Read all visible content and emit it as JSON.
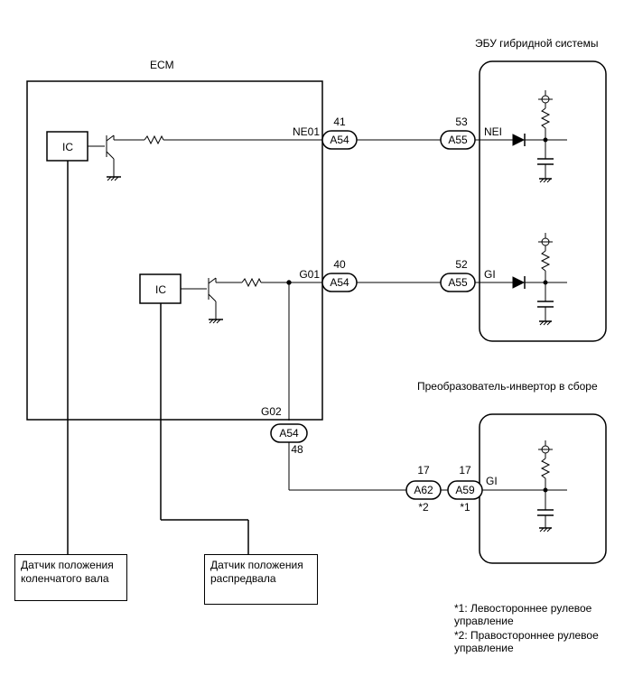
{
  "titles": {
    "hybrid_ecu": "ЭБУ гибридной системы",
    "ecm": "ECM",
    "inverter": "Преобразователь-инвертор в сборе"
  },
  "ecm": {
    "ic1": "IC",
    "ic2": "IC",
    "pin_ne01": "NE01",
    "pin_g01": "G01",
    "pin_g02": "G02"
  },
  "connectors": {
    "c1": {
      "label": "A54",
      "pin": "41"
    },
    "c2": {
      "label": "A55",
      "pin": "53"
    },
    "c3": {
      "label": "A54",
      "pin": "40"
    },
    "c4": {
      "label": "A55",
      "pin": "52"
    },
    "c5": {
      "label": "A54",
      "pin": "48"
    },
    "c6": {
      "label": "A62",
      "pin": "17",
      "note": "*2"
    },
    "c7": {
      "label": "A59",
      "pin": "17",
      "note": "*1"
    }
  },
  "hybrid": {
    "pin_nei": "NEI",
    "pin_gi": "GI"
  },
  "inverter": {
    "pin_gi": "GI"
  },
  "sensors": {
    "crank": "Датчик положения коленчатого вала",
    "cam": "Датчик положения распредвала"
  },
  "notes": {
    "n1": "*1: Левостороннее рулевое управление",
    "n2": "*2: Правостороннее рулевое управление"
  }
}
